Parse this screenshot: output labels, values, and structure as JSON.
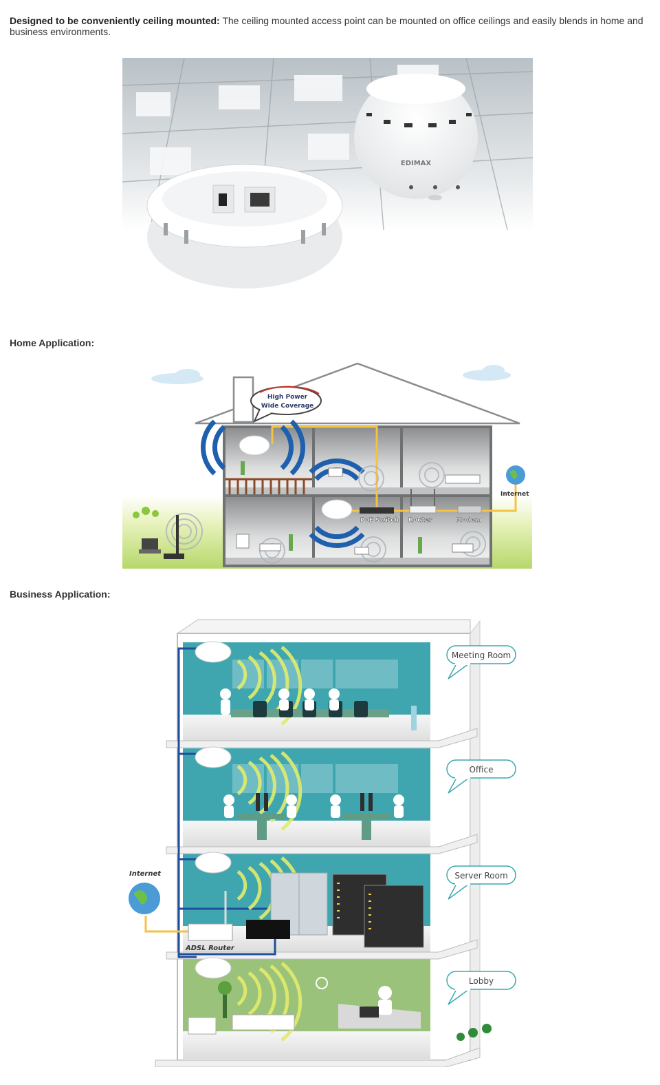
{
  "intro": {
    "lead": "Designed to be conveniently ceiling mounted:",
    "text": " The ceiling mounted access point can be mounted on office ceilings and easily blends in home and business environments."
  },
  "product_photo": {
    "brand_logo": "EDIMAX"
  },
  "home": {
    "heading": "Home Application:",
    "bubble_line1": "High Power",
    "bubble_line2": "Wide Coverage",
    "labels": {
      "poe_switch": "PoE Switch",
      "router": "Router",
      "modem": "Modem",
      "internet": "Internet"
    }
  },
  "business": {
    "heading": "Business Application:",
    "rooms": [
      "Meeting Room",
      "Office",
      "Server Room",
      "Lobby"
    ],
    "labels": {
      "internet": "Internet",
      "adsl_router": "ADSL Router"
    }
  },
  "colors": {
    "teal": "#3fa6b0",
    "lobby_green": "#9bc27a",
    "cable_yellow": "#f5c242",
    "cable_blue": "#1f4e9c",
    "wifi_blue": "#1e5fae"
  }
}
